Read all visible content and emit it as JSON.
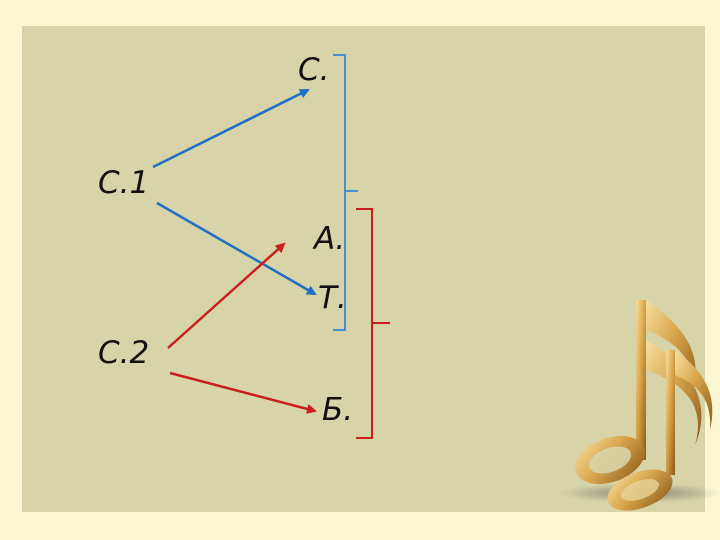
{
  "diagram": {
    "nodes": {
      "s": "С.",
      "s1": "С.1",
      "a": "А.",
      "t": "Т.",
      "s2": "С.2",
      "b": "Б."
    },
    "edges": [
      {
        "from": "С.1",
        "to": "С.",
        "color": "#1f6fc4"
      },
      {
        "from": "С.1",
        "to": "Т.",
        "color": "#1f6fc4"
      },
      {
        "from": "С.2",
        "to": "А.",
        "color": "#c81e1e"
      },
      {
        "from": "С.2",
        "to": "Б.",
        "color": "#c81e1e"
      }
    ],
    "brackets": [
      {
        "group": [
          "С.",
          "Т."
        ],
        "color": "#4a8fd4"
      },
      {
        "group": [
          "А.",
          "Б."
        ],
        "color": "#c81e1e"
      }
    ]
  },
  "decoration": {
    "icon": "music-note-icon"
  }
}
